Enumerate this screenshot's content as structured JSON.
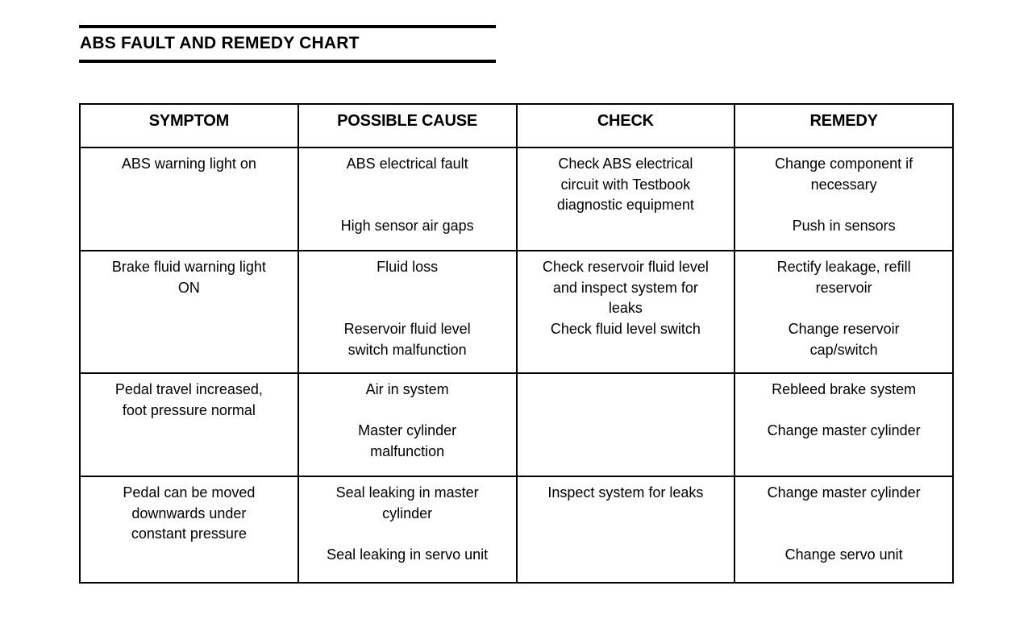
{
  "title": "ABS FAULT AND REMEDY CHART",
  "table": {
    "columns": [
      "SYMPTOM",
      "POSSIBLE CAUSE",
      "CHECK",
      "REMEDY"
    ],
    "column_keys": [
      "symptom",
      "possible_cause",
      "check",
      "remedy"
    ],
    "rows": [
      {
        "symptom": [
          "ABS warning light on"
        ],
        "possible_cause": [
          "ABS electrical fault",
          "",
          "",
          "High sensor air gaps"
        ],
        "check": [
          "Check ABS electrical",
          "circuit with Testbook",
          "diagnostic equipment"
        ],
        "remedy": [
          "Change component if",
          "necessary",
          "",
          "Push in sensors"
        ]
      },
      {
        "symptom": [
          "Brake fluid warning light",
          "ON"
        ],
        "possible_cause": [
          "Fluid loss",
          "",
          "",
          "Reservoir fluid level",
          "switch malfunction"
        ],
        "check": [
          "Check reservoir fluid level",
          "and inspect system for",
          "leaks",
          "Check fluid level switch"
        ],
        "remedy": [
          "Rectify leakage, refill",
          "reservoir",
          "",
          "Change reservoir",
          "cap/switch"
        ]
      },
      {
        "symptom": [
          "Pedal travel increased,",
          "foot pressure normal"
        ],
        "possible_cause": [
          "Air in system",
          "",
          "Master cylinder",
          "malfunction"
        ],
        "check": [],
        "remedy": [
          "Rebleed brake system",
          "",
          "Change master cylinder"
        ]
      },
      {
        "symptom": [
          "Pedal can be moved",
          "downwards under",
          "constant pressure"
        ],
        "possible_cause": [
          "Seal leaking in master",
          "cylinder",
          "",
          "Seal leaking in servo unit"
        ],
        "check": [
          "Inspect system for leaks"
        ],
        "remedy": [
          "Change master cylinder",
          "",
          "",
          "Change servo unit"
        ]
      }
    ]
  },
  "colors": {
    "text": "#000000",
    "background": "#ffffff",
    "border": "#000000"
  }
}
